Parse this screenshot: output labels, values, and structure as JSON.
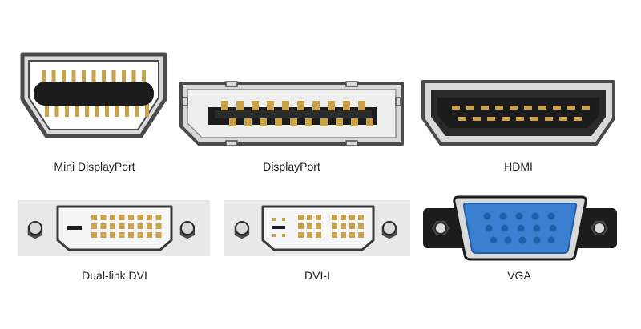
{
  "connectors": [
    {
      "id": "mini-displayport",
      "label": "Mini DisplayPort"
    },
    {
      "id": "displayport",
      "label": "DisplayPort"
    },
    {
      "id": "hdmi",
      "label": "HDMI"
    },
    {
      "id": "dual-link-dvi",
      "label": "Dual-link DVI"
    },
    {
      "id": "dvi-i",
      "label": "DVI-I"
    },
    {
      "id": "vga",
      "label": "VGA"
    }
  ],
  "colors": {
    "shell_gray": "#d9d9d9",
    "panel_gray": "#e8e8e8",
    "outline": "#4a4a4a",
    "pin_gold": "#c9a24a",
    "pin_gold_dark": "#8a6a22",
    "port_black": "#1c1c1c",
    "vga_blue": "#3a7fd0",
    "vga_blue_dark": "#1f5ea8"
  }
}
